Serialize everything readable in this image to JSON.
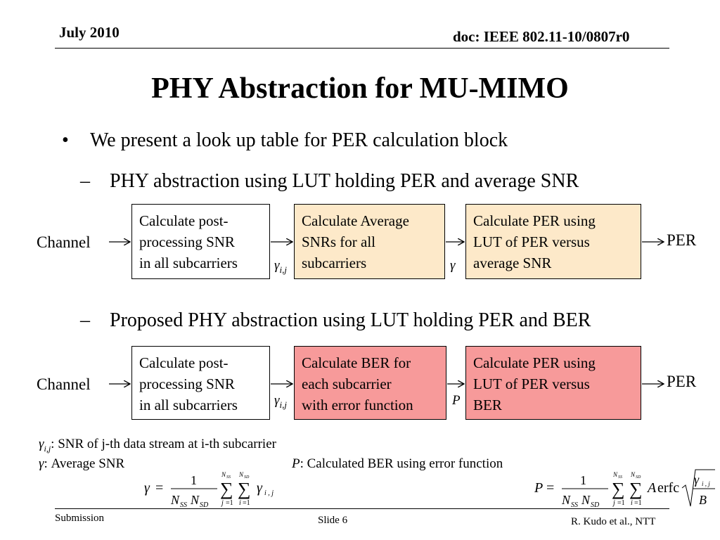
{
  "header": {
    "date": "July 2010",
    "doc": "doc: IEEE 802.11-10/0807r0"
  },
  "title": "PHY Abstraction for MU-MIMO",
  "bullet": {
    "marker": "•",
    "text": "We present a look up table for PER calculation block"
  },
  "section1": {
    "marker": "–",
    "text": "PHY abstraction using LUT holding PER and average SNR",
    "input": "Channel",
    "output": "PER",
    "boxes": [
      {
        "lines": [
          "Calculate post-",
          "processing SNR",
          "in all subcarriers"
        ]
      },
      {
        "lines": [
          "Calculate Average",
          "SNRs for all",
          "subcarriers"
        ]
      },
      {
        "lines": [
          "Calculate PER using",
          "LUT of PER versus",
          "average SNR"
        ]
      }
    ],
    "link_labels": [
      "γi,j",
      "γ"
    ],
    "colors": {
      "box1": "#ffffff",
      "box2": "#fde9c9",
      "box3": "#fde9c9"
    }
  },
  "section2": {
    "marker": "–",
    "text": "Proposed PHY abstraction using LUT holding PER and BER",
    "input": "Channel",
    "output": "PER",
    "boxes": [
      {
        "lines": [
          "Calculate post-",
          "processing SNR",
          "in all subcarriers"
        ]
      },
      {
        "lines": [
          "Calculate BER for",
          "each subcarrier",
          "with error function"
        ]
      },
      {
        "lines": [
          "Calculate PER using",
          "LUT of PER versus",
          "BER"
        ]
      }
    ],
    "link_labels": [
      "γi,j",
      "P"
    ],
    "colors": {
      "box1": "#ffffff",
      "box2": "#f79a9a",
      "box3": "#f79a9a"
    }
  },
  "definitions": {
    "gamma_ij": {
      "symbol": "γi,j",
      "text": ": SNR of j-th data stream at i-th subcarrier"
    },
    "gamma": {
      "symbol": "γ",
      "text": ": Average SNR"
    },
    "P": {
      "symbol": "P",
      "text": ": Calculated BER using error function"
    }
  },
  "formulas": {
    "gamma_eq": "γ = 1 / (N_SS N_SD) Σ_{j=1}^{N_SS} Σ_{i=1}^{N_SD} γ_{i,j}",
    "P_eq": "P = 1 / (N_SS N_SD) Σ_{j=1}^{N_SS} Σ_{i=1}^{N_SD} A erfc √(γ_{i,j} / B)"
  },
  "footer": {
    "left": "Submission",
    "center": "Slide 6",
    "right": "R. Kudo  et al., NTT"
  }
}
